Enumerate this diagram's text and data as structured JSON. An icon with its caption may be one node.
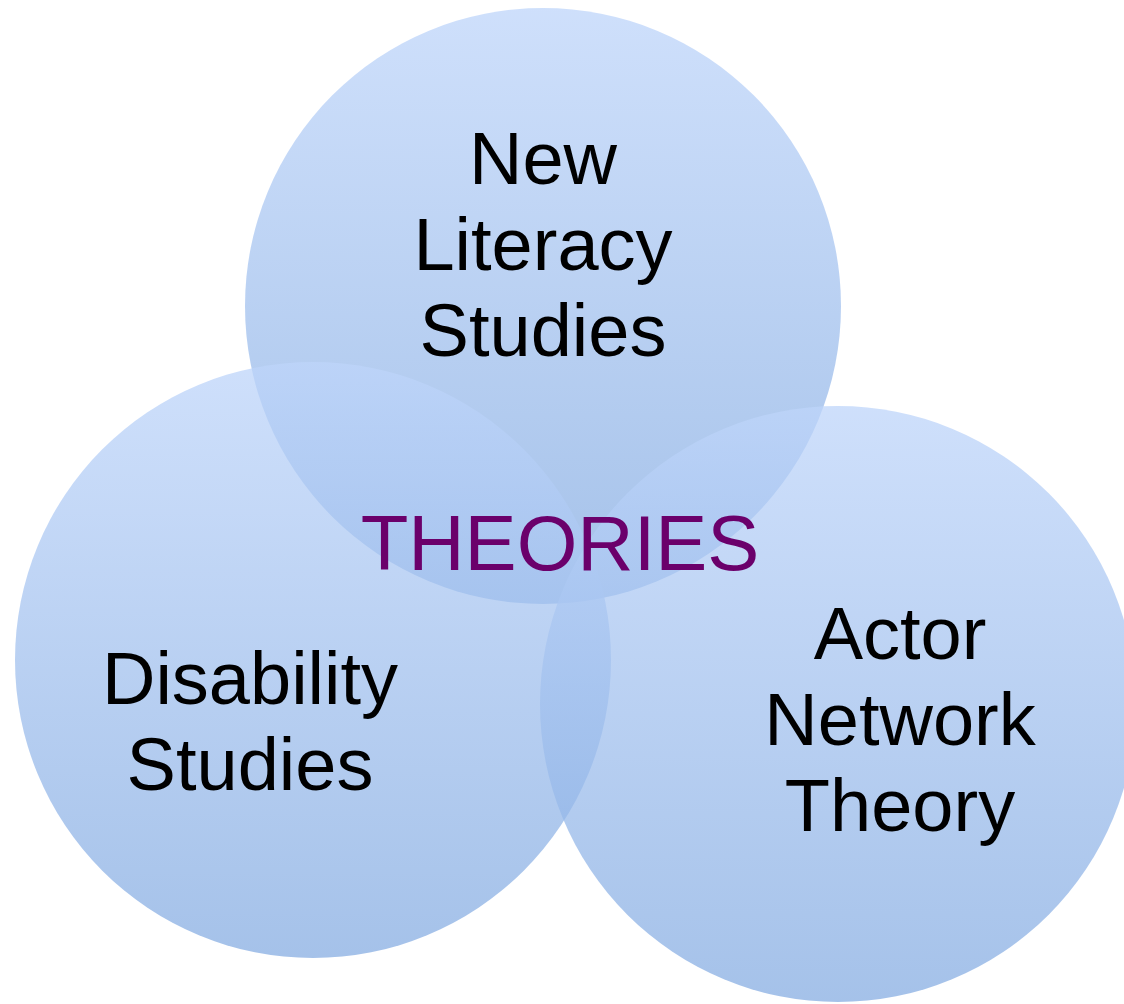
{
  "diagram": {
    "nodes": [
      {
        "text": [
          "New Literacy Studies"
        ]
      },
      {
        "text": [
          "Disability Studies"
        ]
      },
      {
        "text": [
          "Actor Network Theory"
        ]
      }
    ],
    "labels": [
      "THEORIES"
    ]
  }
}
